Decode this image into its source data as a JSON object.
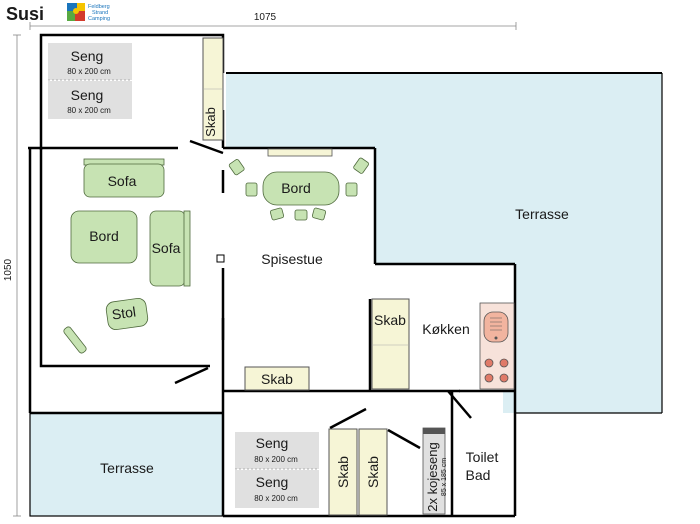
{
  "header": {
    "title": "Susi",
    "logo_text": [
      "Feldberg",
      "Strand",
      "Camping"
    ]
  },
  "dimensions": {
    "width": "1075",
    "height": "1050"
  },
  "rooms": {
    "terrace_right": "Terrasse",
    "terrace_left": "Terrasse",
    "dining": "Spisestue",
    "kitchen": "Køkken",
    "toilet": "Toilet",
    "bath": "Bad"
  },
  "furniture": {
    "bed_top_1": "Seng",
    "bed_top_1_size": "80 x 200 cm",
    "bed_top_2": "Seng",
    "bed_top_2_size": "80 x 200 cm",
    "bed_bottom_1": "Seng",
    "bed_bottom_1_size": "80 x 200 cm",
    "bed_bottom_2": "Seng",
    "bed_bottom_2_size": "80 x 200 cm",
    "cabinet_top": "Skab",
    "sofa_top": "Sofa",
    "sofa_side": "Sofa",
    "table_living": "Bord",
    "table_dining": "Bord",
    "chair": "Stol",
    "cabinet_kitchen": "Skab",
    "cabinet_middle": "Skab",
    "cabinet_bed_1": "Skab",
    "cabinet_bed_2": "Skab",
    "bunk_bed": "2x kojeseng",
    "bunk_bed_size": "85 x 185 cm"
  },
  "colors": {
    "wall": "#000000",
    "terrace": "#dbeef3",
    "furniture": "#c7e3b3",
    "furniture_border": "#4f6a3d",
    "bed": "#e0e0e0",
    "cabinet": "#f6f5d6",
    "kitchen_counter": "#f7e2da",
    "logo_blue": "#1a75bc",
    "logo_yellow": "#f5c400",
    "logo_red": "#d33b2c",
    "logo_green": "#58a942"
  }
}
